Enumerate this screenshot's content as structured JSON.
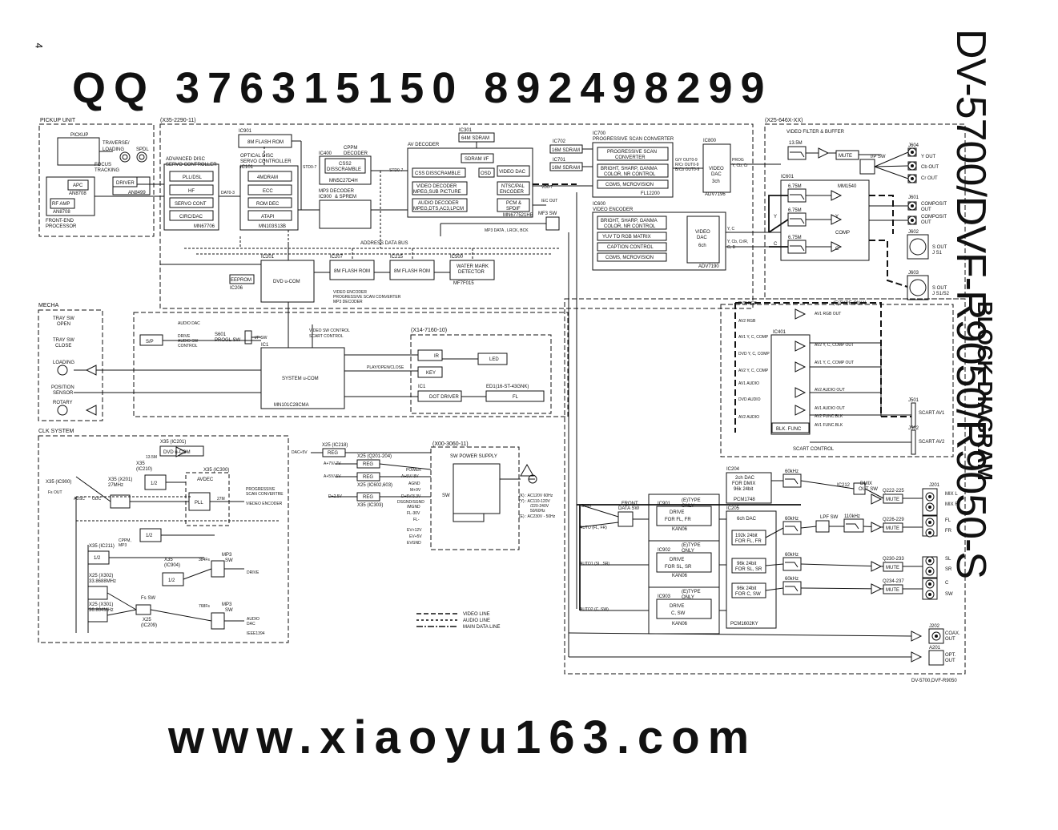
{
  "page": {
    "number": "4",
    "title": "DV-5700/DVF-R9050/R9050-S",
    "subtitle": "BLOCK DIAGRAM",
    "footer": "DV-5700,DVF-R9050"
  },
  "watermarks": [
    "QQ 376315150  892498299",
    "www.xiaoyu163.com"
  ],
  "sections": {
    "pickup": "PICKUP UNIT",
    "x35": "(X35-2290-11)",
    "x25": "(X25-646X-XX)",
    "mecha": "MECHA",
    "clk": "CLK SYSTEM",
    "x14": "(X14-7160-10)",
    "x00": "(X00-3060-11)",
    "etype": "(E)TYPE ONLY",
    "vfb": "VIDEO FILTER & BUFFER"
  },
  "pickup": {
    "pickup": "PICKUP",
    "traverse": "TRAVERSE/",
    "loading": "LOADING",
    "spdl": "SPDL",
    "focus": "FOCUS",
    "tracking": "TRACKING",
    "apc": "APC",
    "an8708": "AN8708",
    "rfamp": "RF AMP",
    "an8708b": "AN8708",
    "frontend1": "FRONT-END",
    "frontend2": "PROCESSOR",
    "driver": "DRIVER",
    "an8499": "AN8499"
  },
  "servo": {
    "title1": "ADVANCED DISC",
    "title2": "SERVO CONTROLLER",
    "pll": "PLL/DSL",
    "hf": "HF",
    "servocont": "SERVO CONT",
    "circ": "CIRC/DAC",
    "chip": "MN67706",
    "dato": "DAT0-3"
  },
  "ic901": {
    "label": "IC901",
    "text": "8M FLASH ROM"
  },
  "ic101": {
    "label": "IC101",
    "t1": "OPTICAL DISC",
    "t2": "SERVO CONTROLLER",
    "b1": "4MDRAM",
    "b2": "ECC",
    "b3": "ROM DEC",
    "b4": "ATAPI",
    "chip": "MN103S13B"
  },
  "ic400": {
    "label": "IC400",
    "t1": "CPPM",
    "t2": "DECODER",
    "box": "CSS2",
    "box2": "DISSCRAMBLE",
    "chip": "MN5C27D4H",
    "std": "STD0-7"
  },
  "ic900": {
    "label": "IC900",
    "t1": "MP3 DECODER",
    "t2": "& SPREM"
  },
  "ic301": {
    "label": "IC301",
    "text": "64M SDRAM"
  },
  "avdec": {
    "title": "AV DECODER",
    "sdram": "SDRAM I/F",
    "css": "CSS DISSCRAMBLE",
    "osd": "OSD",
    "vdac": "VIDEO DAC",
    "vdec1": "VIDEO DECODER",
    "vdec2": "MPEG,SUB PICTURE",
    "ntsc1": "NTSC/PAL",
    "ntsc2": "ENCODER",
    "adec1": "AUDIO DECODER",
    "adec2": "MPEG,DTS,AC3,LPCM",
    "pcm1": "PCM &",
    "pcm2": "SPDIF",
    "chip": "MN677521HB",
    "std": "STD0-7"
  },
  "ic702": {
    "label": "IC702",
    "text": "16M SDRAM"
  },
  "ic701": {
    "label": "IC701",
    "text": "16M SDRAM"
  },
  "ic700": {
    "label": "IC700",
    "t1": "PROGRESSIVE SCAN CONVERTER",
    "b1a": "PROGRESSIVE SCAN",
    "b1b": "CONVERTER",
    "b2a": "BRIGHT, SHARP, GANMA",
    "b2b": "COLOR, NR CONTROL",
    "b3": "CGMS, MCROVISION",
    "chip": "FL12200",
    "out": "G/Y OUT0-9",
    "out2": "R/Cr OUT0-9",
    "out3": "B/Cb OUT0-9"
  },
  "ic800": {
    "label": "IC800",
    "t1": "VIDEO",
    "t2": "DAC",
    "t3": "3ch",
    "chip": "ADV7196",
    "prog": "PROG",
    "ycbcr": "Y, Cb, Cr"
  },
  "ic600": {
    "label": "IC600",
    "t1": "VIDEO ENCODER",
    "b1a": "BRIGHT, SHARP, GANMA",
    "b1b": "COLOR, NR CONTROL",
    "b2": "YUV TO RGB MATRIX",
    "b3": "CAPTION CONTROL",
    "b4": "CGMS, MCROVISION",
    "dac1": "VIDEO",
    "dac2": "DAC",
    "dac3": "6ch",
    "chip": "ADV7190",
    "yc": "Y, C",
    "ycrgb": "Y, Cb, Cr/R,",
    "gb": "G, B"
  },
  "misc": {
    "vd07": "VD0-7",
    "iecout": "IEC OUT",
    "mf3sw": "MF3 SW",
    "mp3data": "MP3 DATA , LRCK, BCK",
    "addrbus": "ADDRESS DATA BUS"
  },
  "ic201": {
    "label": "IC201",
    "text": "DVD u-COM",
    "eeprom": "EEPROM",
    "ic206": "IC206",
    "n1": "VIDEO ENCODER",
    "n2": "PROGRESSIVE SCAN CONVERTER",
    "n3": "MP3 DECODER"
  },
  "ic207": {
    "label": "IC207",
    "text": "8M FLASH ROM"
  },
  "ic215": {
    "label": "IC215",
    "text": "8M FLASH ROM"
  },
  "ic500": {
    "label": "IC500",
    "t1": "WATER MARK",
    "t2": "DETECTOR",
    "chip": "MF7F015"
  },
  "vfilter": {
    "f1": "13.5M",
    "mute": "MUTE",
    "ipsw": "I/P SW",
    "ic601": "IC601",
    "mm": "MM1540",
    "f2": "6.75M",
    "f3": "6.75M",
    "f4": "6.75M",
    "y": "Y",
    "c": "C",
    "comp": "COMP",
    "yb": "Y",
    "cb": "C"
  },
  "jacks": {
    "j604": "J604",
    "yout": "Y OUT",
    "cbout": "Cb OUT",
    "crout": "Cr OUT",
    "j601": "J601",
    "comp1": "COMPOSIT",
    "comp1b": "OUT",
    "comp2": "COMPOSIT",
    "comp2b": "OUT",
    "j602": "J602",
    "sout1": "S OUT",
    "sout1b": "J S1",
    "j603": "J603",
    "sout2": "S OUT",
    "sout2b": "J S1/S2"
  },
  "scart": {
    "dvdrgb": "DVD RGB",
    "av2rgb": "AV2 RGB",
    "av1rgbout": "AV1 RGB OUT",
    "av1ycc": "AV1 Y, C, COMP",
    "ic401": "IC401",
    "dvdycc": "DVD Y, C, COMP",
    "av2ycc": "AV2 Y, C, COMP",
    "av2yccout": "AV2 Y, C, COMP OUT",
    "av1yccout": "AV1 Y, C, COMP OUT",
    "av1audio": "AV1 AUDIO",
    "dvdaudio": "DVD AUDIO",
    "av2audio": "AV2 AUDIO",
    "av2audioout": "AV2 AUDIO OUT",
    "av1audioout": "AV1 AUDIO OUT",
    "av2func": "AV2 FUNC.BLK",
    "av1func": "AV1 FUNC.BLK",
    "blk": "BLK. FUNC",
    "scartctrl": "SCART CONTROL",
    "j501": "J501",
    "scartav1": "SCART AV1",
    "j502": "J502",
    "scartav2": "SCART AV2"
  },
  "mecha": {
    "tray1": "TRAY SW",
    "open": "OPEN",
    "tray2": "TRAY SW",
    "close": "CLOSE",
    "loading": "LOADING",
    "pos1": "POSITION",
    "pos2": "SENSOR",
    "rotary": "ROTARY"
  },
  "syscom": {
    "sp": "S/P",
    "audiodac": "AUDIO DAC",
    "drive1": "DRIVE",
    "drive2": "AUDIO SW",
    "drive3": "CONTROL",
    "s601": "S601",
    "progl": "PROGL SW",
    "ipsw": "I/P SW",
    "ic1": "IC1",
    "vsc": "VIDEO SW CONTROL",
    "scc": "SCART CONTROL",
    "text": "SYSTEM u-COM",
    "chip": "MN101C28CMA",
    "playopen": "PLAY/OPEN/CLOSE"
  },
  "front": {
    "ir": "IR",
    "led": "LED",
    "key": "KEY",
    "ic1": "IC1",
    "dot": "DOT DRIVER",
    "ed1": "ED1(16-ST-43GNK)",
    "fl": "FL"
  },
  "clk": {
    "x35ic201": "X35 (IC201)",
    "dvducom": "DVD u-COM",
    "m135": "13.5M",
    "x35ic210a": "X35",
    "x35ic210b": "(IC210)",
    "half1": "1/2",
    "x35x201a": "X35 (X201)",
    "x35x201b": "27MHz",
    "x35ic300": "X35 (IC300)",
    "avdec": "AVDEC",
    "pll": "PLL",
    "m27": "27M",
    "prog1": "PROGRESSIVE",
    "prog2": "SCAN CONVERTRE",
    "venc": "VIEDEO ENCODER",
    "x35ic900": "X35 (IC900)",
    "fsout": "Fs OUT",
    "adsc": "ADSC",
    "odc": "ODC",
    "half2": "1/2",
    "x35ic211": "X35 (IC211)",
    "cppm1": "CPPM,",
    "cppm2": "MP3",
    "half3": "1/2",
    "x25x302a": "X25 (X302)",
    "x25x302b": "33.8688MHz",
    "x35ic904a": "X35",
    "x35ic904b": "(IC904)",
    "half4": "1/2",
    "fs384": "384Fs",
    "mp3sw1a": "MP3",
    "mp3sw1b": "SW",
    "drive": "DRIVE",
    "x25x301a": "X25 (X301)",
    "x25x301b": "36.864MHz",
    "fssw": "Fs SW",
    "x25ic209a": "X25",
    "x25ic209b": "(IC209)",
    "fs768": "768Fs",
    "mp3sw2a": "MP3",
    "mp3sw2b": "SW",
    "audiodac1": "AUDIO",
    "audiodac2": "DAC",
    "ieee": "IEEE1394"
  },
  "power": {
    "dac5v": "DAC+5V",
    "x25ic218": "X25 (IC218)",
    "reg1": "REG",
    "x25q201": "X25 (Q201-204)",
    "a7v": "A+7V/-7V",
    "reg2": "REG",
    "a5v": "A+5V/-5V",
    "x25ic602": "X25 (IC602,603)",
    "reg3": "REG",
    "d25v": "D+2.5V",
    "reg4": "REG",
    "x35ic303": "X35 (IC303)",
    "swps": "SW POWER SUPPLY",
    "power": "POWER",
    "a5v8v": "A+5V/-8V",
    "agnd": "AGND",
    "m9v": "M+9V",
    "d5v33": "D+5V/3.3V",
    "dsgnd1": "DSGND/SGND",
    "dsgnd2": "/MGND",
    "fl30": "FL-30V",
    "flm": "FL-",
    "ev12": "EV+12V",
    "ev5": "EV+5V",
    "evgnd": "EVGND",
    "sw": "SW",
    "k": "(K) : AC120V 60Hz",
    "y1": "(Y) : AC110-120V",
    "y2": "/220-240V",
    "y3": "50/60Hz",
    "e": "(E) : AC230V - 50Hz"
  },
  "legend": {
    "video": "VIDEO LINE",
    "audio": "AUDIO LINE",
    "main": "MAIN DATA LINE"
  },
  "audio": {
    "dmix": "DMIX",
    "frontsw1": "FRONT",
    "frontsw2": "DATA SW",
    "autofl": "AUTO (FL, FR)",
    "auto1": "AUTO1 (SL, SR)",
    "auto2": "AUTO2 (C, SW)",
    "ic901": "IC901",
    "etype1": "(E)TYPE",
    "etype1b": "ONLY",
    "drive1": "DRIVE",
    "drive1b": "FOR FL, FR",
    "kan1": "KAN06",
    "ic902": "IC902",
    "etype2": "(E)TYPE",
    "etype2b": "ONLY",
    "drive2": "DRIVE",
    "drive2b": "FOR SL, SR",
    "kan2": "KAN06",
    "ic903": "IC903",
    "etype3": "(E)TYPE",
    "etype3b": "ONLY",
    "drive3": "DRIVE",
    "drive3b": "C, SW",
    "kan3": "KAN06",
    "ic204": "IC204",
    "dac2a": "2ch DAC",
    "dac2b": "FOR DMIX",
    "dac2c": "96k 24bit",
    "pcm1748": "PCM1748",
    "ic205": "IC205",
    "dac6": "6ch DAC",
    "d1a": "192k 24bit",
    "d1b": "FOR FL, FR",
    "d2a": "96k 24bit",
    "d2b": "FOR SL, SR",
    "d3a": "96k 24bit",
    "d3b": "FOR C, SW",
    "pcm1602": "PCM1602KY",
    "f60a": "60kHz",
    "f60b": "60kHz",
    "f60c": "60kHz",
    "f60d": "60kHz",
    "f110": "110kHz",
    "ic212": "IC212",
    "dmixsw1": "DMIX",
    "dmixsw2": "OUT SW",
    "lpfsw": "LPF SW",
    "q222": "Q222-225",
    "q226": "Q226-229",
    "q230": "Q230-233",
    "q234": "Q234-237",
    "mute1": "MUTE",
    "mute2": "MUTE",
    "mute3": "MUTE",
    "mute4": "MUTE",
    "j201": "J201",
    "mixl": "MIX L",
    "mixr": "MIX R",
    "fl": "FL",
    "fr": "FR",
    "sl": "SL",
    "sr": "SR",
    "c": "C",
    "sw": "SW",
    "j202": "J202",
    "coax1": "COAX.",
    "coax2": "OUT",
    "a201": "A201",
    "opt1": "OPT.",
    "opt2": "OUT"
  }
}
